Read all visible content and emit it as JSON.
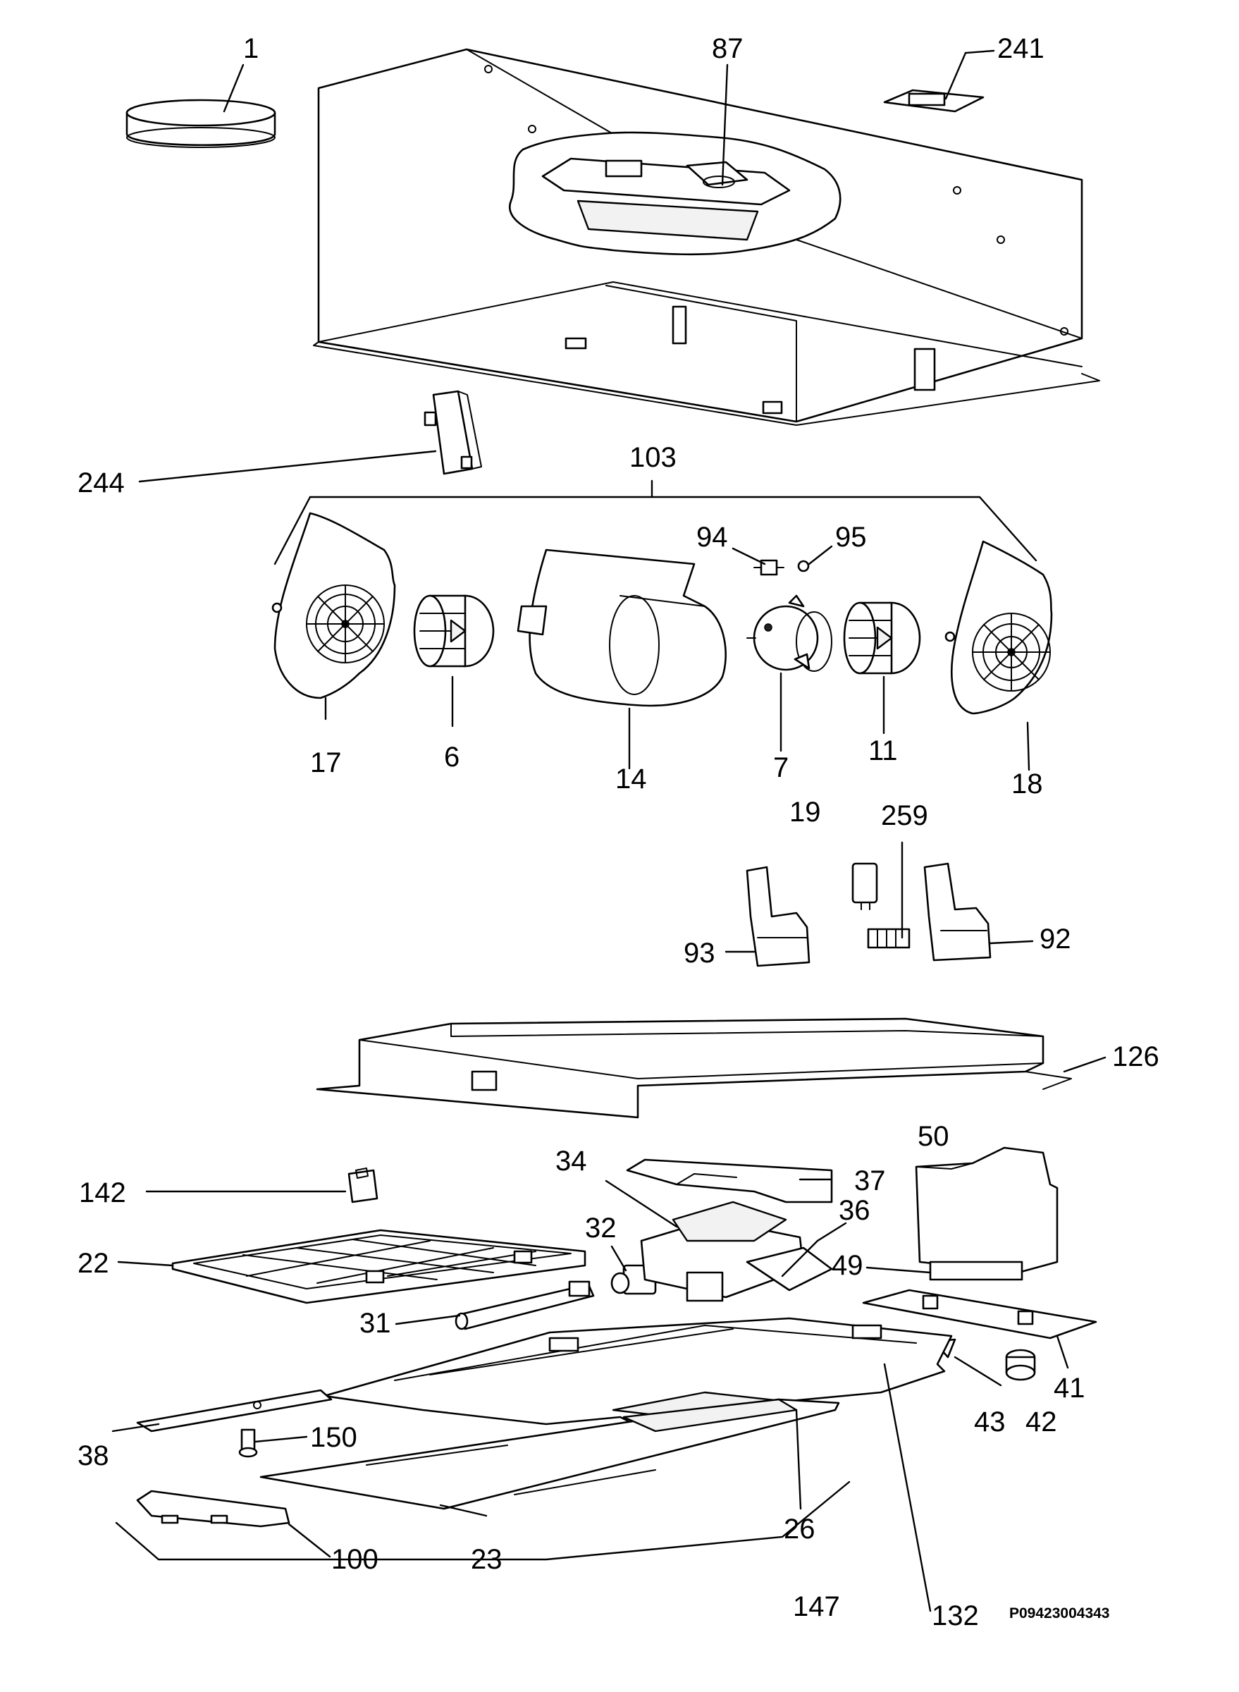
{
  "diagram": {
    "reference_code": "P09423004343",
    "line_color": "#000000",
    "background_color": "#ffffff",
    "callouts": {
      "c1": "1",
      "c87": "87",
      "c241": "241",
      "c244": "244",
      "c103": "103",
      "c94": "94",
      "c95": "95",
      "c17": "17",
      "c6": "6",
      "c14": "14",
      "c7": "7",
      "c11": "11",
      "c18": "18",
      "c19": "19",
      "c259": "259",
      "c93": "93",
      "c92": "92",
      "c126": "126",
      "c142": "142",
      "c34": "34",
      "c37": "37",
      "c50": "50",
      "c32": "32",
      "c36": "36",
      "c22": "22",
      "c49": "49",
      "c31": "31",
      "c41": "41",
      "c43": "43",
      "c42": "42",
      "c38": "38",
      "c150": "150",
      "c26": "26",
      "c23": "23",
      "c100": "100",
      "c147": "147",
      "c132": "132"
    }
  }
}
